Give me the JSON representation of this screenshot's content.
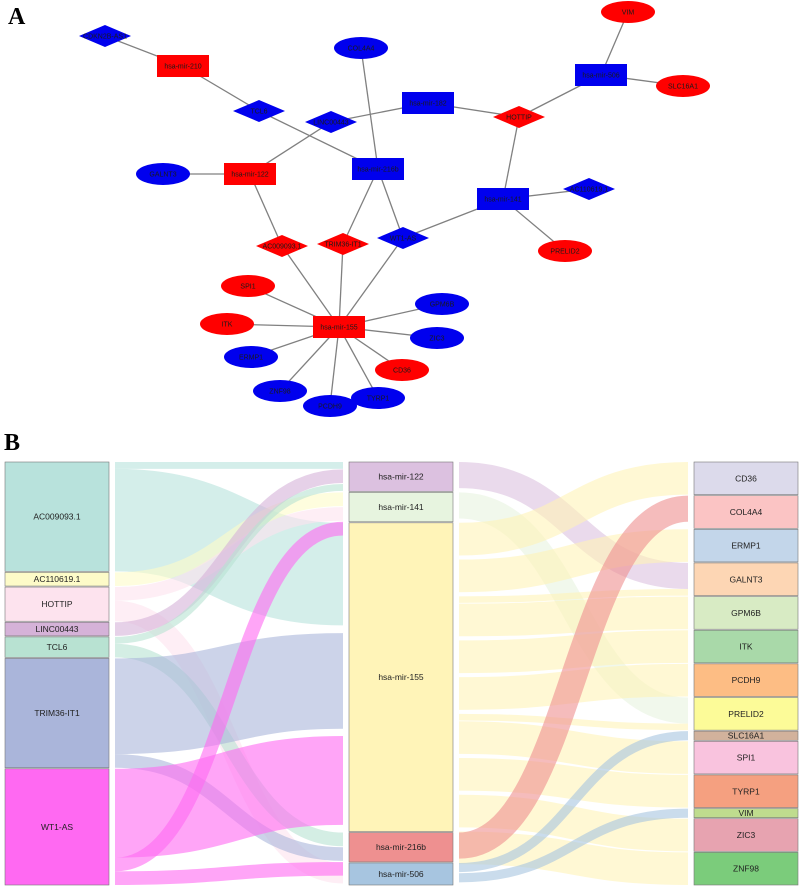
{
  "panel_a_label": "A",
  "panel_b_label": "B",
  "colors": {
    "red": "#ff0000",
    "blue": "#0000ee",
    "edge": "#808080"
  },
  "network": {
    "nodes": [
      {
        "id": "vim",
        "label": "VIM",
        "shape": "ellipse",
        "color": "red"
      },
      {
        "id": "col4a4",
        "label": "COL4A4",
        "shape": "ellipse",
        "color": "blue"
      },
      {
        "id": "slc16a1",
        "label": "SLC16A1",
        "shape": "ellipse",
        "color": "red"
      },
      {
        "id": "galnt3",
        "label": "GALNT3",
        "shape": "ellipse",
        "color": "blue"
      },
      {
        "id": "prelid2",
        "label": "PRELID2",
        "shape": "ellipse",
        "color": "red"
      },
      {
        "id": "spi1",
        "label": "SPI1",
        "shape": "ellipse",
        "color": "red"
      },
      {
        "id": "itk",
        "label": "ITK",
        "shape": "ellipse",
        "color": "red"
      },
      {
        "id": "gpm6b",
        "label": "GPM6B",
        "shape": "ellipse",
        "color": "blue"
      },
      {
        "id": "zic3",
        "label": "ZIC3",
        "shape": "ellipse",
        "color": "blue"
      },
      {
        "id": "ermp1",
        "label": "ERMP1",
        "shape": "ellipse",
        "color": "blue"
      },
      {
        "id": "cd36",
        "label": "CD36",
        "shape": "ellipse",
        "color": "red"
      },
      {
        "id": "znf98",
        "label": "ZNF98",
        "shape": "ellipse",
        "color": "blue"
      },
      {
        "id": "pcdh9",
        "label": "PCDH9",
        "shape": "ellipse",
        "color": "blue"
      },
      {
        "id": "tyrp1",
        "label": "TYRP1",
        "shape": "ellipse",
        "color": "blue"
      },
      {
        "id": "mir210",
        "label": "hsa-mir-210",
        "shape": "rect",
        "color": "red"
      },
      {
        "id": "mir506",
        "label": "hsa-mir-506",
        "shape": "rect",
        "color": "blue"
      },
      {
        "id": "mir182",
        "label": "hsa-mir-182",
        "shape": "rect",
        "color": "blue"
      },
      {
        "id": "mir122",
        "label": "hsa-mir-122",
        "shape": "rect",
        "color": "red"
      },
      {
        "id": "mir216b",
        "label": "hsa-mir-216b",
        "shape": "rect",
        "color": "blue"
      },
      {
        "id": "mir141",
        "label": "hsa-mir-141",
        "shape": "rect",
        "color": "blue"
      },
      {
        "id": "mir155",
        "label": "hsa-mir-155",
        "shape": "rect",
        "color": "red"
      },
      {
        "id": "cdkn2bas1",
        "label": "CDKN2B-AS1",
        "shape": "diamond",
        "color": "blue"
      },
      {
        "id": "tcl6",
        "label": "TCL6",
        "shape": "diamond",
        "color": "blue"
      },
      {
        "id": "linc00443",
        "label": "LINC00443",
        "shape": "diamond",
        "color": "blue"
      },
      {
        "id": "hottip",
        "label": "HOTTIP",
        "shape": "diamond",
        "color": "red"
      },
      {
        "id": "wt1as",
        "label": "WT1-AS",
        "shape": "diamond",
        "color": "blue"
      },
      {
        "id": "ac009093",
        "label": "AC009093.1",
        "shape": "diamond",
        "color": "red"
      },
      {
        "id": "trim36it1",
        "label": "TRIM36-IT1",
        "shape": "diamond",
        "color": "red"
      },
      {
        "id": "ac110619",
        "label": "AC110619.1",
        "shape": "diamond",
        "color": "blue"
      }
    ],
    "edges": [
      [
        "cdkn2bas1",
        "mir210"
      ],
      [
        "mir210",
        "tcl6"
      ],
      [
        "tcl6",
        "mir216b"
      ],
      [
        "col4a4",
        "mir216b"
      ],
      [
        "linc00443",
        "mir182"
      ],
      [
        "linc00443",
        "mir122"
      ],
      [
        "mir182",
        "hottip"
      ],
      [
        "hottip",
        "mir506"
      ],
      [
        "mir506",
        "vim"
      ],
      [
        "mir506",
        "slc16a1"
      ],
      [
        "hottip",
        "mir141"
      ],
      [
        "mir141",
        "ac110619"
      ],
      [
        "mir141",
        "prelid2"
      ],
      [
        "mir141",
        "wt1as"
      ],
      [
        "galnt3",
        "mir122"
      ],
      [
        "mir122",
        "ac009093"
      ],
      [
        "mir216b",
        "trim36it1"
      ],
      [
        "mir216b",
        "wt1as"
      ],
      [
        "ac009093",
        "mir155"
      ],
      [
        "trim36it1",
        "mir155"
      ],
      [
        "wt1as",
        "mir155"
      ],
      [
        "mir155",
        "spi1"
      ],
      [
        "mir155",
        "itk"
      ],
      [
        "mir155",
        "gpm6b"
      ],
      [
        "mir155",
        "zic3"
      ],
      [
        "mir155",
        "ermp1"
      ],
      [
        "mir155",
        "cd36"
      ],
      [
        "mir155",
        "znf98"
      ],
      [
        "mir155",
        "pcdh9"
      ],
      [
        "mir155",
        "tyrp1"
      ]
    ]
  },
  "chart_data": {
    "type": "sankey",
    "columns": [
      {
        "name": "lncRNA",
        "nodes": [
          {
            "label": "AC009093.1",
            "value": 8,
            "color": "#b8e2dc"
          },
          {
            "label": "AC110619.1",
            "value": 1,
            "color": "#fdfbc8"
          },
          {
            "label": "HOTTIP",
            "value": 2.5,
            "color": "#fde3ee"
          },
          {
            "label": "LINC00443",
            "value": 1,
            "color": "#d5b2d8"
          },
          {
            "label": "TCL6",
            "value": 1.5,
            "color": "#b8e2d2"
          },
          {
            "label": "TRIM36-IT1",
            "value": 8,
            "color": "#aab5da"
          },
          {
            "label": "WT1-AS",
            "value": 8.5,
            "color": "#ff69f2"
          }
        ]
      },
      {
        "name": "miRNA",
        "nodes": [
          {
            "label": "hsa-mir-122",
            "value": 2,
            "color": "#dcc1e0"
          },
          {
            "label": "hsa-mir-141",
            "value": 2,
            "color": "#e7f4df"
          },
          {
            "label": "hsa-mir-155",
            "value": 21,
            "color": "#fff4b8"
          },
          {
            "label": "hsa-mir-216b",
            "value": 2,
            "color": "#ee9090"
          },
          {
            "label": "hsa-mir-506",
            "value": 1.5,
            "color": "#a7c5e0"
          }
        ]
      },
      {
        "name": "mRNA",
        "nodes": [
          {
            "label": "CD36",
            "value": 2.5,
            "color": "#dcdaeb"
          },
          {
            "label": "COL4A4",
            "value": 2.5,
            "color": "#fbc4c4"
          },
          {
            "label": "ERMP1",
            "value": 2.5,
            "color": "#c3d6ea"
          },
          {
            "label": "GALNT3",
            "value": 2.5,
            "color": "#fdd6b4"
          },
          {
            "label": "GPM6B",
            "value": 2.5,
            "color": "#d8ebc4"
          },
          {
            "label": "ITK",
            "value": 2.5,
            "color": "#a9d9a9"
          },
          {
            "label": "PCDH9",
            "value": 2.5,
            "color": "#fdbd84"
          },
          {
            "label": "PRELID2",
            "value": 2.5,
            "color": "#fcfb98"
          },
          {
            "label": "SLC16A1",
            "value": 0.7,
            "color": "#d2b29c"
          },
          {
            "label": "SPI1",
            "value": 2.5,
            "color": "#f9c3de"
          },
          {
            "label": "TYRP1",
            "value": 2.5,
            "color": "#f5a080"
          },
          {
            "label": "VIM",
            "value": 0.7,
            "color": "#bfdc8e"
          },
          {
            "label": "ZIC3",
            "value": 2.5,
            "color": "#e7a3b0"
          },
          {
            "label": "ZNF98",
            "value": 2.5,
            "color": "#7bcc7b"
          }
        ]
      }
    ],
    "links": [
      {
        "source": "AC009093.1",
        "target": "hsa-mir-122",
        "value": 0.5
      },
      {
        "source": "AC009093.1",
        "target": "hsa-mir-155",
        "value": 7.5
      },
      {
        "source": "AC110619.1",
        "target": "hsa-mir-141",
        "value": 1
      },
      {
        "source": "HOTTIP",
        "target": "hsa-mir-141",
        "value": 1
      },
      {
        "source": "HOTTIP",
        "target": "hsa-mir-506",
        "value": 1.5
      },
      {
        "source": "LINC00443",
        "target": "hsa-mir-122",
        "value": 1
      },
      {
        "source": "TCL6",
        "target": "hsa-mir-122",
        "value": 0.5
      },
      {
        "source": "TCL6",
        "target": "hsa-mir-216b",
        "value": 1
      },
      {
        "source": "TRIM36-IT1",
        "target": "hsa-mir-155",
        "value": 7
      },
      {
        "source": "TRIM36-IT1",
        "target": "hsa-mir-216b",
        "value": 1
      },
      {
        "source": "WT1-AS",
        "target": "hsa-mir-141",
        "value": 0
      },
      {
        "source": "WT1-AS",
        "target": "hsa-mir-155",
        "value": 6.5
      },
      {
        "source": "WT1-AS",
        "target": "hsa-mir-216b",
        "value": 0
      },
      {
        "source": "WT1-AS",
        "target": "hsa-mir-141",
        "value": 1
      },
      {
        "source": "WT1-AS",
        "target": "hsa-mir-122",
        "value": 0
      },
      {
        "source": "WT1-AS",
        "target": "hsa-mir-216b",
        "value": 1
      },
      {
        "source": "hsa-mir-122",
        "target": "GALNT3",
        "value": 2
      },
      {
        "source": "hsa-mir-141",
        "target": "PRELID2",
        "value": 2
      },
      {
        "source": "hsa-mir-155",
        "target": "CD36",
        "value": 2.5
      },
      {
        "source": "hsa-mir-155",
        "target": "ERMP1",
        "value": 2.5
      },
      {
        "source": "hsa-mir-155",
        "target": "GALNT3",
        "value": 0.5
      },
      {
        "source": "hsa-mir-155",
        "target": "GPM6B",
        "value": 2.5
      },
      {
        "source": "hsa-mir-155",
        "target": "ITK",
        "value": 2.5
      },
      {
        "source": "hsa-mir-155",
        "target": "PCDH9",
        "value": 2.5
      },
      {
        "source": "hsa-mir-155",
        "target": "PRELID2",
        "value": 0.5
      },
      {
        "source": "hsa-mir-155",
        "target": "SPI1",
        "value": 2.5
      },
      {
        "source": "hsa-mir-155",
        "target": "TYRP1",
        "value": 2.5
      },
      {
        "source": "hsa-mir-155",
        "target": "ZIC3",
        "value": 2.5
      },
      {
        "source": "hsa-mir-155",
        "target": "ZNF98",
        "value": 2.5
      },
      {
        "source": "hsa-mir-216b",
        "target": "COL4A4",
        "value": 2
      },
      {
        "source": "hsa-mir-506",
        "target": "SLC16A1",
        "value": 0.7
      },
      {
        "source": "hsa-mir-506",
        "target": "VIM",
        "value": 0.7
      }
    ]
  }
}
